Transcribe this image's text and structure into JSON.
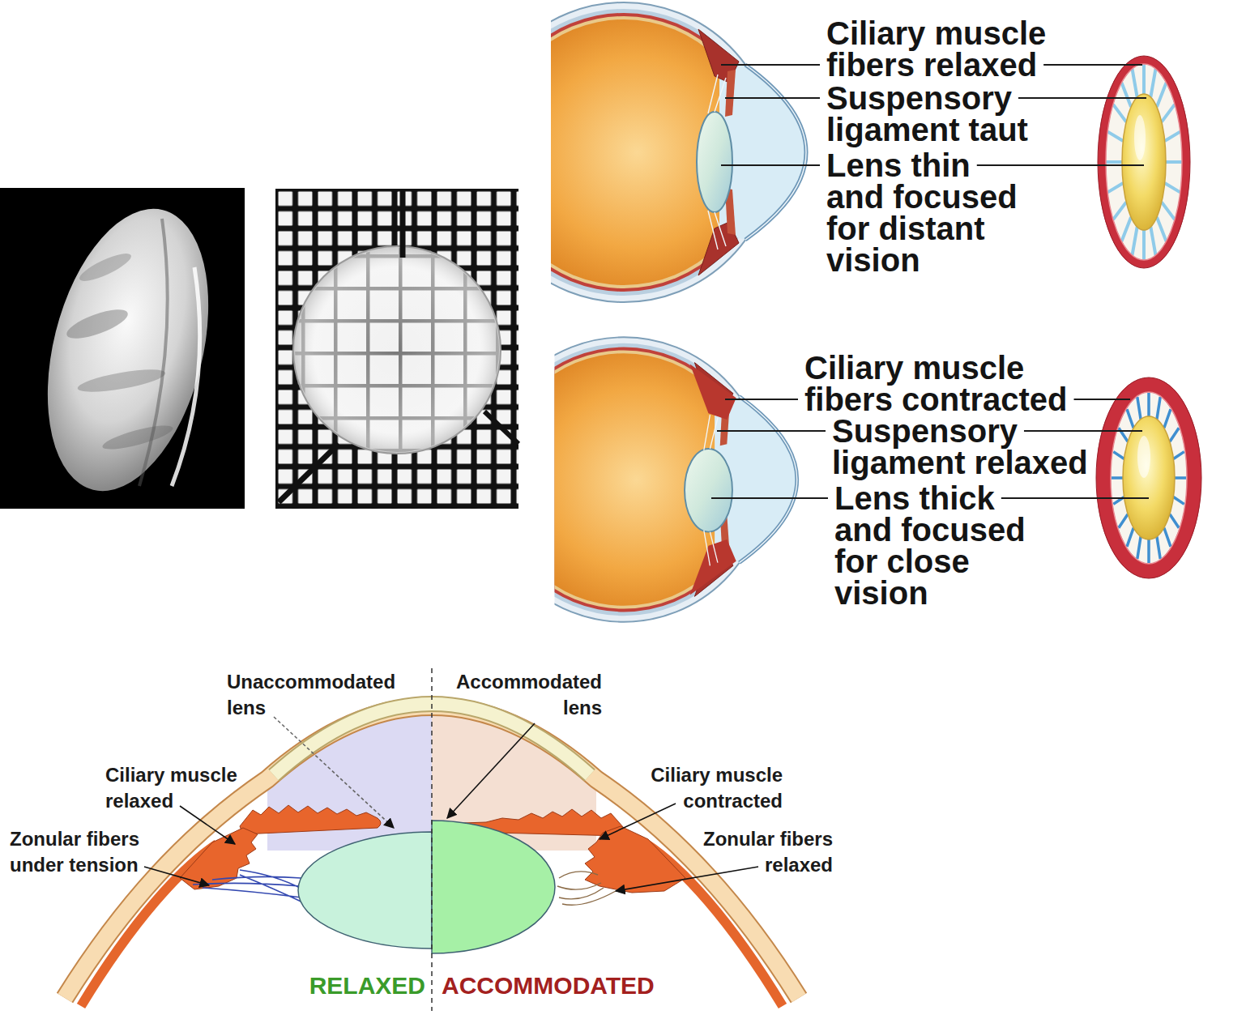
{
  "diagram": {
    "labels": [
      "Ciliary muscle fibers relaxed",
      "Suspensory ligament taut",
      "Lens thin and focused for distant vision",
      "Ciliary muscle fibers contracted",
      "Suspensory ligament relaxed",
      "Lens thick and focused for close vision",
      "Unaccommodated lens",
      "Accommodated lens",
      "Ciliary muscle relaxed",
      "Ciliary muscle contracted",
      "Zonular fibers under tension",
      "Zonular fibers relaxed",
      "RELAXED",
      "ACCOMMODATED"
    ]
  }
}
